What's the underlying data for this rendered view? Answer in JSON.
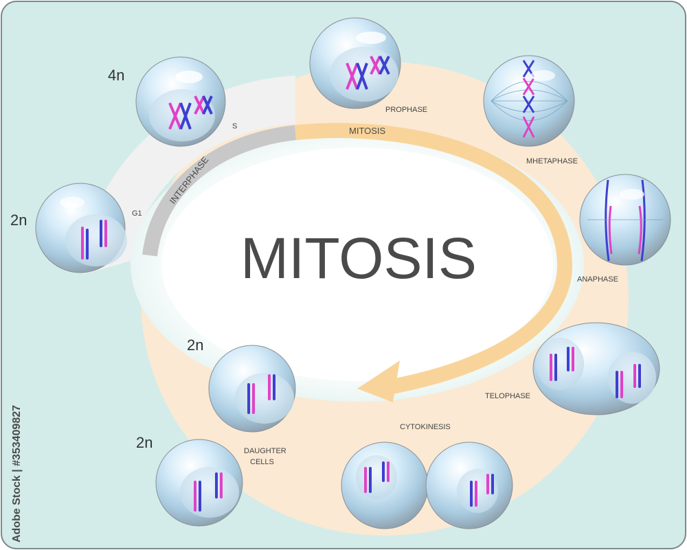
{
  "title": "MITOSIS",
  "arc_labels": {
    "interphase": "INTERPHASE",
    "mitosis": "MITOSIS"
  },
  "phases": {
    "s": "S",
    "g1": "G1",
    "prophase": "PROPHASE",
    "metaphase": "MHETAPHASE",
    "anaphase": "ANAPHASE",
    "telophase": "TELOPHASE",
    "cytokinesis": "CYTOKINESIS",
    "daughter_line1": "DAUGHTER",
    "daughter_line2": "CELLS"
  },
  "ploidy": {
    "g1": "2n",
    "s": "4n",
    "daughter_top": "2n",
    "daughter_bottom": "2n"
  },
  "watermark": "Adobe Stock | #353409827",
  "colors": {
    "frame_fill": "#d3ece9",
    "interphase_arc": "#c8c8c8",
    "mitosis_arc": "#f9d49a",
    "pale_track": "#fbe9d3",
    "chromosome_pink": "#e041c8",
    "chromosome_blue": "#3f3fcf"
  }
}
